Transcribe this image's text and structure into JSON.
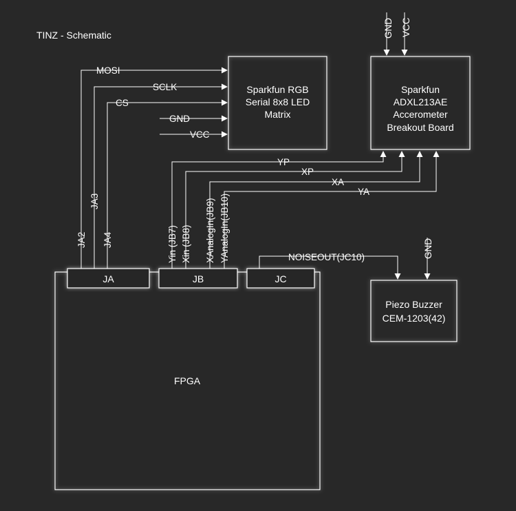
{
  "title": "TINZ - Schematic",
  "components": {
    "led_matrix": {
      "lines": [
        "Sparkfun RGB",
        "Serial 8x8 LED",
        "Matrix"
      ]
    },
    "accelerometer": {
      "lines": [
        "Sparkfun",
        "ADXL213AE",
        "Accerometer",
        "Breakout Board"
      ]
    },
    "buzzer": {
      "lines": [
        "Piezo Buzzer",
        "CEM-1203(42)"
      ]
    },
    "fpga": {
      "label": "FPGA"
    }
  },
  "ports": {
    "ja": "JA",
    "jb": "JB",
    "jc": "JC"
  },
  "signals": {
    "mosi": "MOSI",
    "sclk": "SCLK",
    "cs": "CS",
    "led_gnd": "GND",
    "led_vcc": "VCC",
    "yp": "YP",
    "xp": "XP",
    "xa": "XA",
    "ya": "YA",
    "acc_gnd": "GND",
    "acc_vcc": "VCC",
    "noiseout": "NOISEOUT(JC10)",
    "buzzer_gnd": "GND"
  },
  "pins": {
    "ja2": "JA2",
    "ja3": "JA3",
    "ja4": "JA4",
    "jb7": "Yin (JB7)",
    "jb8": "Xin (JB8)",
    "jb9": "XAnalogIn(JB9)",
    "jb10": "YAnalogIn(JB10)"
  }
}
